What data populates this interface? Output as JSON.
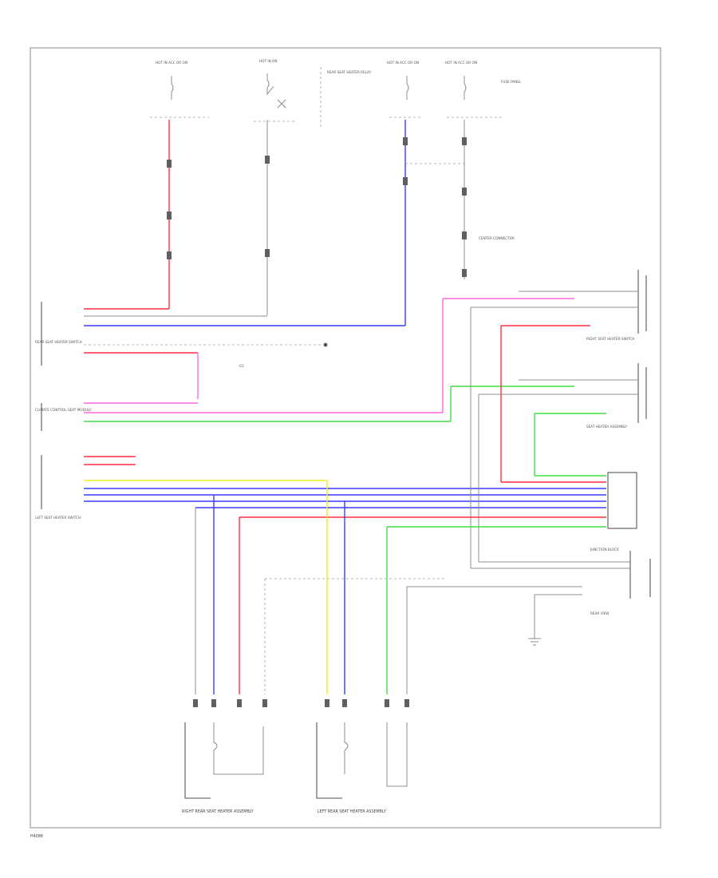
{
  "figure_code": "H4088",
  "colors": {
    "power": "#ff2f3f",
    "signal_blue": "#3a3cff",
    "signal_pink": "#ff66dd",
    "signal_green": "#44dd44",
    "signal_yellow": "#eeee22",
    "ground": "#8c8c8c"
  },
  "labels": {
    "hot_acc": "HOT IN ACC OR ON",
    "hot_on": "HOT IN ON",
    "rear_heater": "REAR SEAT HEATER RELAY",
    "fuse_panel": "FUSE PANEL",
    "junction": "JUNCTION BLOCK",
    "rear_view": "REAR VIEW",
    "rear_seat_heater_sw": "REAR SEAT HEATER SWITCH",
    "climate_module": "CLIMATE CONTROL SEAT MODULE",
    "left_seat_heater_sw": "LEFT SEAT HEATER SWITCH",
    "right_seat_heater_sw": "RIGHT SEAT HEATER SWITCH",
    "ground_point": "G1",
    "right_rear_seat_heater": "RIGHT REAR SEAT HEATER ASSEMBLY",
    "left_rear_seat_heater": "LEFT REAR SEAT HEATER ASSEMBLY",
    "center_connector": "CENTER CONNECTOR",
    "left_seat_assembly": "SEAT HEATER ASSEMBLY"
  }
}
